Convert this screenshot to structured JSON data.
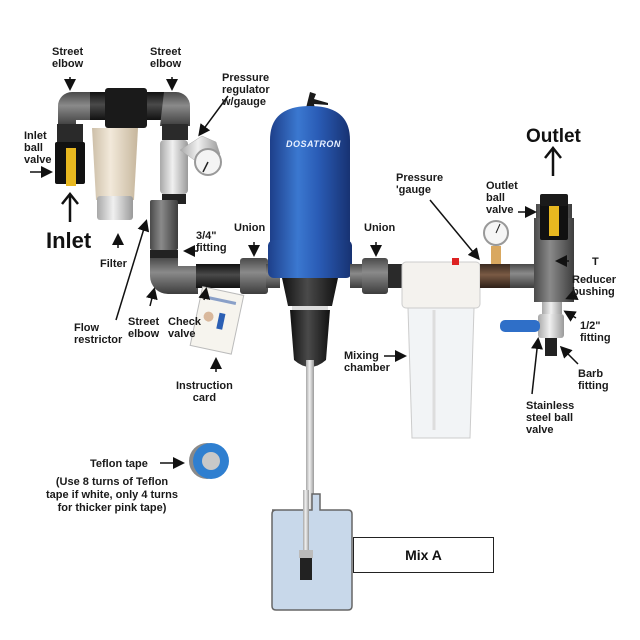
{
  "diagram": {
    "labels": {
      "street_elbow_left": "Street\nelbow",
      "street_elbow_right": "Street\nelbow",
      "pressure_regulator": "Pressure\nregulator\nw/gauge",
      "inlet_ball_valve": "Inlet\nball\nvalve",
      "inlet": "Inlet",
      "filter": "Filter",
      "fitting_34": "3/4\"\nfitting",
      "union_left": "Union",
      "union_right": "Union",
      "flow_restrictor": "Flow\nrestrictor",
      "street_elbow_bottom": "Street\nelbow",
      "check_valve": "Check\nvalve",
      "instruction_card": "Instruction\ncard",
      "pressure_gauge": "Pressure\n'gauge",
      "outlet": "Outlet",
      "outlet_ball_valve": "Outlet\nball\nvalve",
      "tee": "T",
      "reducer_bushing": "Reducer\nbushing",
      "fitting_12": "1/2\"\nfitting",
      "barb_fitting": "Barb\nfitting",
      "stainless_ball_valve": "Stainless\nsteel ball\nvalve",
      "mixing_chamber": "Mixing\nchamber",
      "teflon_tape": "Teflon tape",
      "teflon_note": "(Use 8 turns of Teflon\ntape if white, only 4 turns\nfor thicker pink tape)",
      "brand": "DOSATRON"
    },
    "mix_box": "Mix A",
    "colors": {
      "dosatron_blue": "#2b5fb4",
      "pipe_gray": "#6b6b6b",
      "pipe_dark": "#2a2a2a",
      "valve_yellow": "#e8b820",
      "filter_beige": "#e6d9c4",
      "liquid": "#c8d8ea",
      "tape_blue": "#2f7fd0"
    }
  }
}
